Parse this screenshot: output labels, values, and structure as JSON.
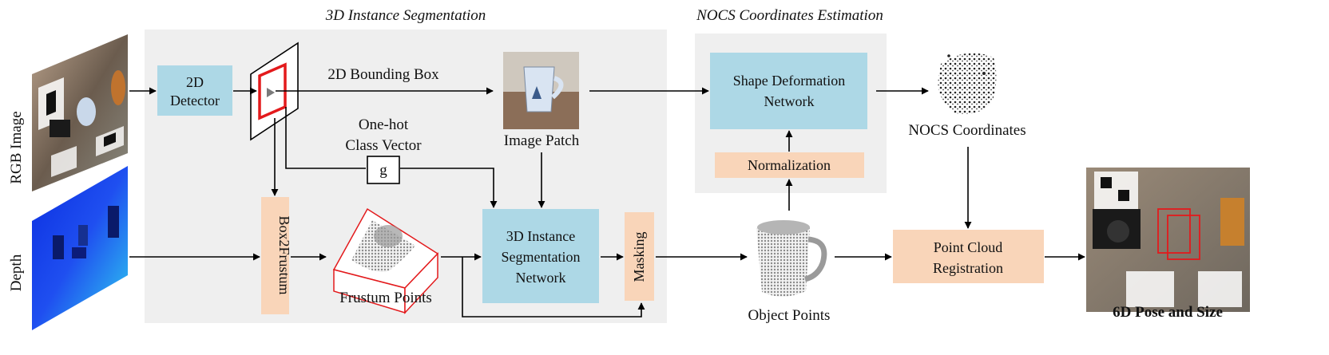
{
  "sections": {
    "segmentation_title": "3D Instance Segmentation",
    "nocs_title": "NOCS Coordinates Estimation"
  },
  "inputs": {
    "rgb_label": "RGB Image",
    "depth_label": "Depth"
  },
  "blocks": {
    "detector": [
      "2D",
      "Detector"
    ],
    "box2frustum": "Box2Frustum",
    "instance_seg": [
      "3D Instance",
      "Segmentation",
      "Network"
    ],
    "masking": "Masking",
    "shape_deform": [
      "Shape Deformation",
      "Network"
    ],
    "normalization": "Normalization",
    "point_cloud_reg": [
      "Point Cloud",
      "Registration"
    ],
    "g_box": "g"
  },
  "labels": {
    "bbox": "2D Bounding Box",
    "onehot": [
      "One-hot",
      "Class Vector"
    ],
    "image_patch": "Image Patch",
    "frustum_points": "Frustum Points",
    "object_points": "Object Points",
    "nocs_coords": "NOCS Coordinates",
    "output": "6D Pose and Size"
  },
  "colors": {
    "network_block": "#add8e6",
    "processing_block": "#f9d5b9",
    "panel_bg": "#efefef",
    "bbox_highlight": "#e31a1c"
  }
}
